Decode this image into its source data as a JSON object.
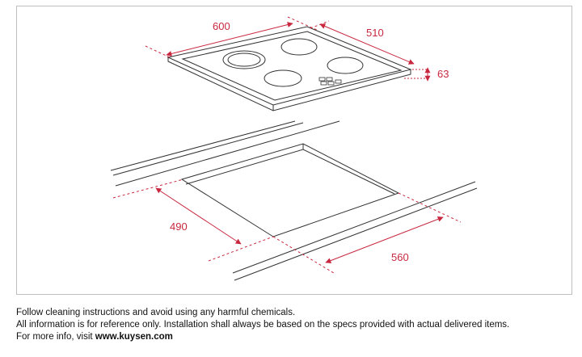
{
  "diagram": {
    "hob_dimensions": {
      "width": "600",
      "depth": "510",
      "height": "63"
    },
    "cutout_dimensions": {
      "depth": "490",
      "width": "560"
    },
    "colors": {
      "dimension": "#c8283f",
      "line": "#333333",
      "frame": "#bfbfbf"
    }
  },
  "notes": {
    "line1": "Follow cleaning instructions and avoid using any harmful chemicals.",
    "line2": "All information is for reference only. Installation shall always be based on the specs provided with actual delivered items.",
    "line3_prefix": "For more info, visit ",
    "line3_link": "www.kuysen.com"
  }
}
